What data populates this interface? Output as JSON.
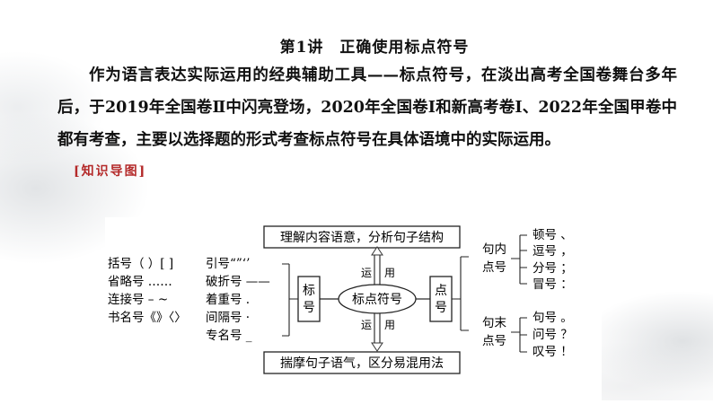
{
  "title": "第1讲　正确使用标点符号",
  "intro": "作为语言表达实际运用的经典辅助工具——标点符号，在淡出高考全国卷舞台多年后，于2019年全国卷Ⅱ中闪亮登场，2020年全国卷Ⅰ和新高考卷Ⅰ、2022年全国甲卷中都有考查，主要以选择题的形式考查标点符号在具体语境中的实际运用。",
  "section_tag": "[知识导图]",
  "diagram": {
    "top_box": "理解内容语意，分析句子结构",
    "bottom_box": "揣摩句子语气，区分易混用法",
    "center": "标点符号",
    "left_node": "标号",
    "right_node": "点号",
    "up_arrow_label_left": "运",
    "up_arrow_label_right": "用",
    "down_arrow_label_left": "运",
    "down_arrow_label_right": "用",
    "left_col_outer": [
      "括号（ ）[ ]",
      "省略号 ……",
      "连接号 – ~",
      "书名号《》〈〉"
    ],
    "left_col_inner": [
      "引号“”‘’",
      "破折号 ——",
      "着重号 .",
      "间隔号 ·",
      "专名号 _"
    ],
    "inner_group": "句内点号",
    "inner_items": [
      "顿号 、",
      "逗号 ，",
      "分号 ；",
      "冒号 ："
    ],
    "end_group": "句末点号",
    "end_items": [
      "句号 。",
      "问号 ？",
      "叹号 ！"
    ]
  }
}
